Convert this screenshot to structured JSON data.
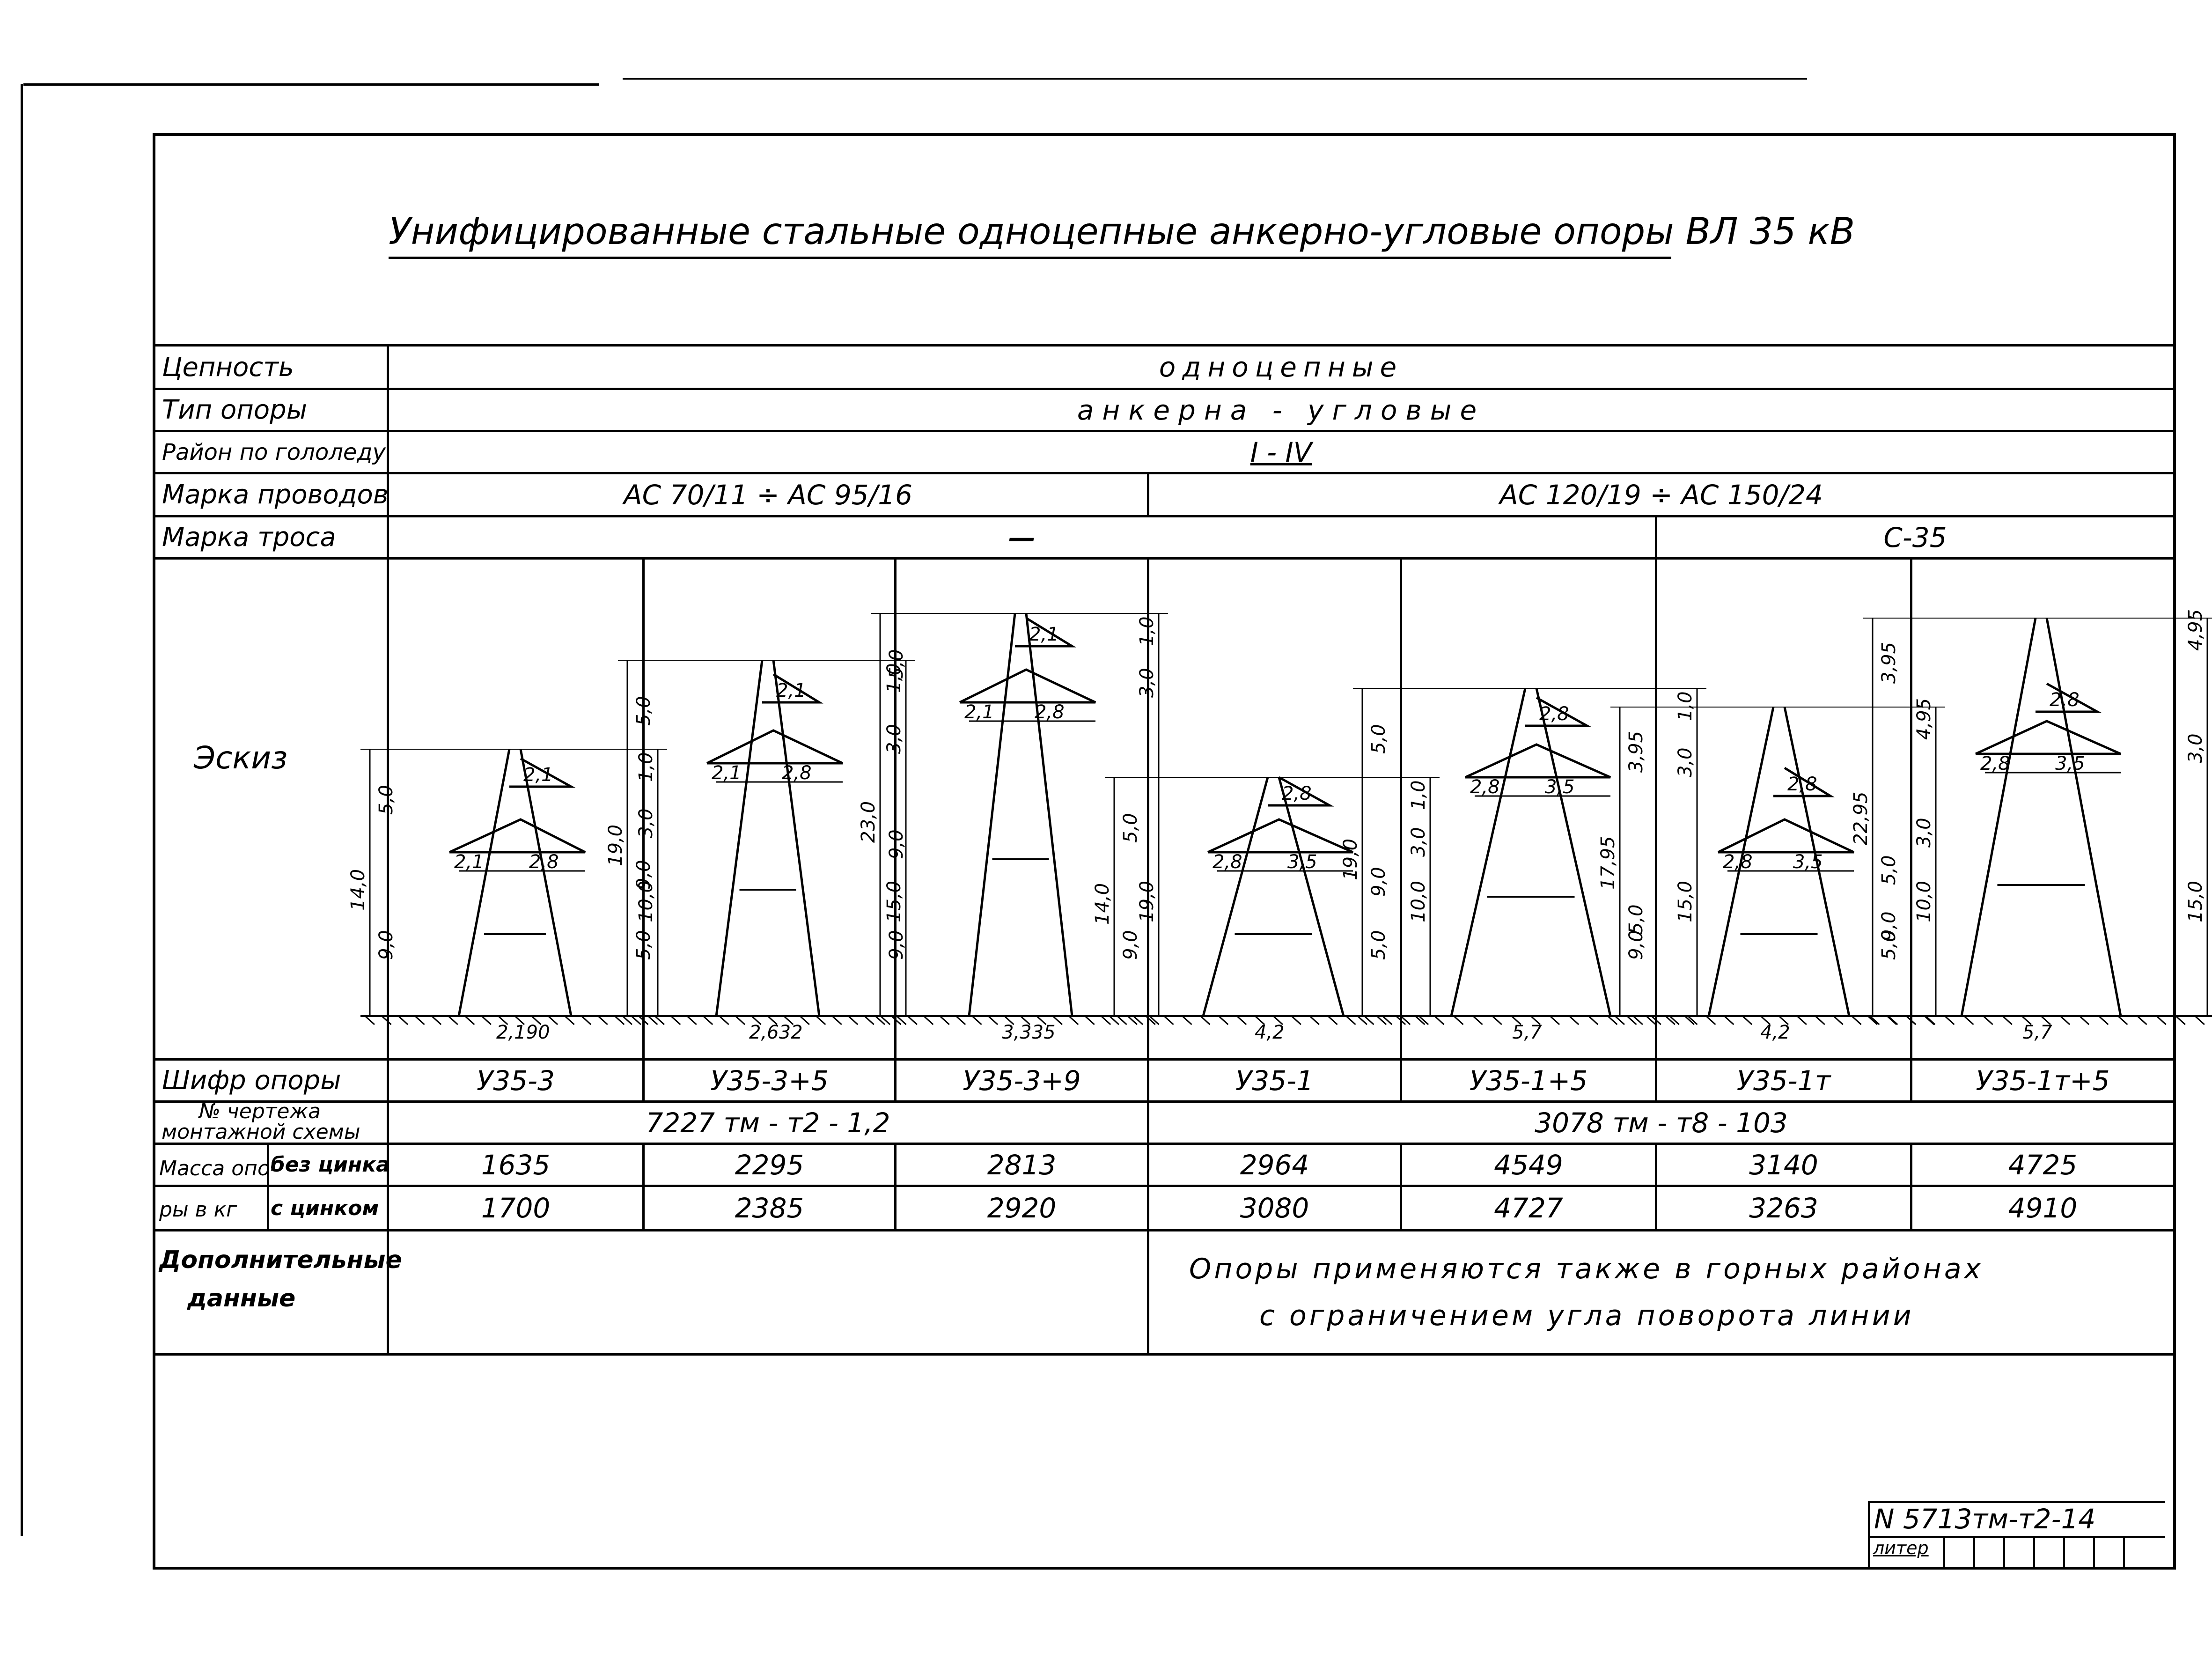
{
  "title": "Унифицированные стальные одноцепные анкерно-угловые опоры ВЛ 35 кВ",
  "rows": {
    "chain_label": "Цепность",
    "chain_value": "одноцепные",
    "type_label": "Тип опоры",
    "type_value": "анкерна - угловые",
    "ice_label": "Район по гололеду",
    "ice_value": "I - IV",
    "wire_label": "Марка проводов",
    "wire_value_1": "АС 70/11 ÷ АС 95/16",
    "wire_value_2": "АС 120/19 ÷ АС 150/24",
    "cable_label": "Марка троса",
    "cable_value_1": "—",
    "cable_value_2": "С-35",
    "sketch_label": "Эскиз",
    "code_label": "Шифр опоры",
    "drawing_label_1": "№ чертежа",
    "drawing_label_2": "монтажной схемы",
    "drawing_value_1": "7227 тм - т2 - 1,2",
    "drawing_value_2": "3078 тм - т8 - 103",
    "mass_label_1": "Масса опо-",
    "mass_label_2": "ры в кг",
    "mass_no_zinc": "без цинка",
    "mass_zinc": "с цинком",
    "extra_label_1": "Дополнительные",
    "extra_label_2": "данные",
    "extra_value_1": "Опоры применяются также в горных районах",
    "extra_value_2": "с ограничением угла поворота линии"
  },
  "columns": [
    {
      "code": "У35-3",
      "mass_no_zinc": "1635",
      "mass_zinc": "1700",
      "dims": {
        "left_total": "14,0",
        "left_top": "5,0",
        "left_bottom": "9,0",
        "right_top": "1,0",
        "right_mid": "3,0",
        "right_bottom": "10,0",
        "arm_top": "2,1",
        "arm_left": "2,1",
        "arm_right": "2,8",
        "base": "2,190"
      }
    },
    {
      "code": "У35-3+5",
      "mass_no_zinc": "2295",
      "mass_zinc": "2385",
      "dims": {
        "left_total": "19,0",
        "left_top": "5,0",
        "left_mid": "9,0",
        "left_bottom": "5,0",
        "right_top": "1,0",
        "right_mid": "3,0",
        "right_bottom": "15,0",
        "arm_top": "2,1",
        "arm_left": "2,1",
        "arm_right": "2,8",
        "base": "2,632"
      }
    },
    {
      "code": "У35-3+9",
      "mass_no_zinc": "2813",
      "mass_zinc": "2920",
      "dims": {
        "left_total": "23,0",
        "left_top": "5,0",
        "left_mid": "9,0",
        "left_bottom": "9,0",
        "right_top": "1,0",
        "right_mid": "3,0",
        "right_bottom": "19,0",
        "arm_top": "2,1",
        "arm_left": "2,1",
        "arm_right": "2,8",
        "base": "3,335"
      }
    },
    {
      "code": "У35-1",
      "mass_no_zinc": "2964",
      "mass_zinc": "3080",
      "dims": {
        "left_total": "14,0",
        "left_top": "5,0",
        "left_bottom": "9,0",
        "right_top": "1,0",
        "right_mid": "3,0",
        "right_bottom": "10,0",
        "arm_top": "2,8",
        "arm_left": "2,8",
        "arm_right": "3,5",
        "base": "4,2"
      }
    },
    {
      "code": "У35-1+5",
      "mass_no_zinc": "4549",
      "mass_zinc": "4727",
      "dims": {
        "left_total": "19,0",
        "left_top": "5,0",
        "left_mid": "9,0",
        "left_bottom": "5,0",
        "right_top": "1,0",
        "right_mid": "3,0",
        "right_bottom": "15,0",
        "arm_top": "2,8",
        "arm_left": "2,8",
        "arm_right": "3,5",
        "base": "5,7"
      }
    },
    {
      "code": "У35-1т",
      "mass_no_zinc": "3140",
      "mass_zinc": "3263",
      "dims": {
        "left_total": "17,95",
        "left_top": "3,95",
        "left_mid": "5,0",
        "left_bottom": "9,0",
        "right_top": "4,95",
        "right_mid": "3,0",
        "right_bottom": "10,0",
        "arm_top": "2,8",
        "arm_left": "2,8",
        "arm_right": "3,5",
        "base": "4,2"
      }
    },
    {
      "code": "У35-1т+5",
      "mass_no_zinc": "4725",
      "mass_zinc": "4910",
      "dims": {
        "left_total": "22,95",
        "left_top": "3,95",
        "left_mid": "5,0",
        "left_2": "9,0",
        "left_bottom": "5,0",
        "right_top": "4,95",
        "right_mid": "3,0",
        "right_bottom": "15,0",
        "arm_top": "2,8",
        "arm_left": "2,8",
        "arm_right": "3,5",
        "base": "5,7"
      }
    }
  ],
  "stamp": {
    "number": "N 5713тм-т2-14",
    "litera": "литер"
  }
}
